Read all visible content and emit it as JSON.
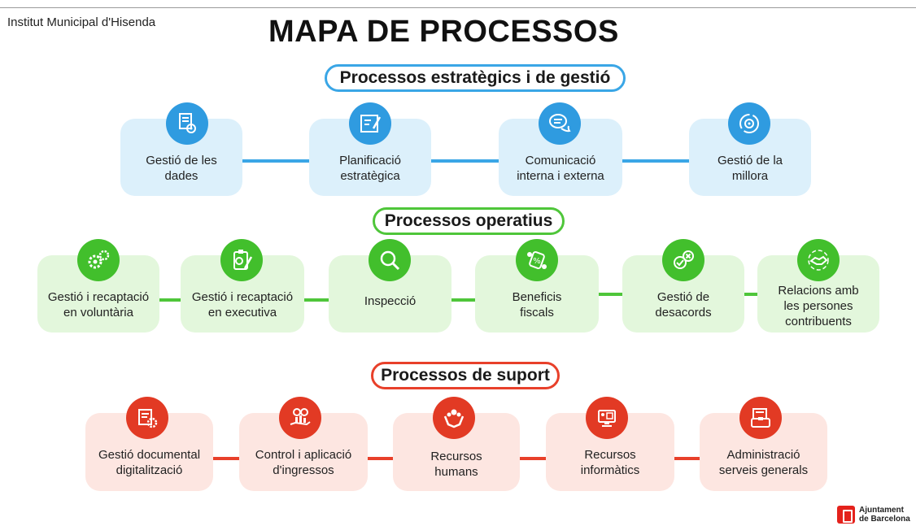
{
  "header": {
    "org": "Institut Municipal d'Hisenda",
    "title": "MAPA DE PROCESSOS"
  },
  "colors": {
    "blue_accent": "#3aa6e6",
    "blue_card": "#dcf0fb",
    "green_accent": "#4fc63a",
    "green_card": "#e3f7dc",
    "red_accent": "#e8402a",
    "red_card": "#fde6e1"
  },
  "strategic": {
    "title": "Processos estratègics i de gestió",
    "items": [
      {
        "line1": "Gestió de les",
        "line2": "dades",
        "icon": "data-management-icon"
      },
      {
        "line1": "Planificació",
        "line2": "estratègica",
        "icon": "strategic-planning-icon"
      },
      {
        "line1": "Comunicació",
        "line2": "interna i externa",
        "icon": "chat-bubbles-icon"
      },
      {
        "line1": "Gestió de la",
        "line2": "millora",
        "icon": "improvement-cycle-icon"
      }
    ]
  },
  "operative": {
    "title": "Processos operatius",
    "items": [
      {
        "line1": "Gestió i recaptació",
        "line2": "en voluntària",
        "icon": "gears-icon"
      },
      {
        "line1": "Gestió i recaptació",
        "line2": "en executiva",
        "icon": "clipboard-gear-icon"
      },
      {
        "line1": "Inspecció",
        "line2": "",
        "icon": "magnifier-icon"
      },
      {
        "line1": "Beneficis",
        "line2": "fiscals",
        "icon": "tax-benefit-icon"
      },
      {
        "line1": "Gestió de",
        "line2": "desacords",
        "icon": "check-cross-icon"
      },
      {
        "line1": "Relacions amb",
        "line2": "les persones",
        "line3": "contribuents",
        "icon": "handshake-icon"
      }
    ]
  },
  "support": {
    "title": "Processos de suport",
    "items": [
      {
        "line1": "Gestió documental",
        "line2": "digitalització",
        "icon": "document-gear-icon"
      },
      {
        "line1": "Control i aplicació",
        "line2": "d'ingressos",
        "icon": "coins-hand-icon"
      },
      {
        "line1": "Recursos",
        "line2": "humans",
        "icon": "people-hands-icon"
      },
      {
        "line1": "Recursos",
        "line2": "informàtics",
        "icon": "computer-icon"
      },
      {
        "line1": "Administració",
        "line2": "serveis generals",
        "icon": "admin-briefcase-icon"
      }
    ]
  },
  "logo": {
    "line1": "Ajuntament",
    "line2": "de Barcelona"
  }
}
